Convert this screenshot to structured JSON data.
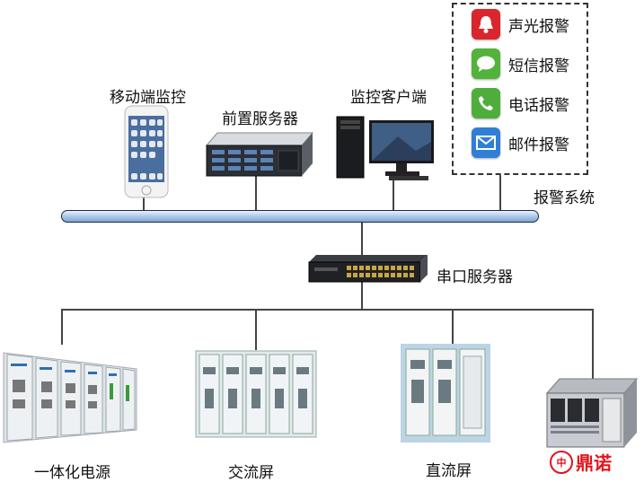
{
  "nodes": {
    "mobile": "移动端监控",
    "front_server": "前置服务器",
    "client": "监控客户端",
    "serial_server": "串口服务器",
    "alarm_system": "报警系统",
    "integrated_power": "一体化电源",
    "ac_panel": "交流屏",
    "dc_panel": "直流屏"
  },
  "alarms": [
    {
      "label": "声光报警",
      "icon": "bell-icon",
      "color": "#d9262c"
    },
    {
      "label": "短信报警",
      "icon": "message-bubble-icon",
      "color": "#52b33a"
    },
    {
      "label": "电话报警",
      "icon": "phone-icon",
      "color": "#4fae3b"
    },
    {
      "label": "邮件报警",
      "icon": "envelope-icon",
      "color": "#2f7fd6"
    }
  ],
  "watermark": {
    "text": "鼎诺",
    "logo_text": "中"
  },
  "colors": {
    "bus": "#a9c5e6",
    "line": "#444444"
  }
}
